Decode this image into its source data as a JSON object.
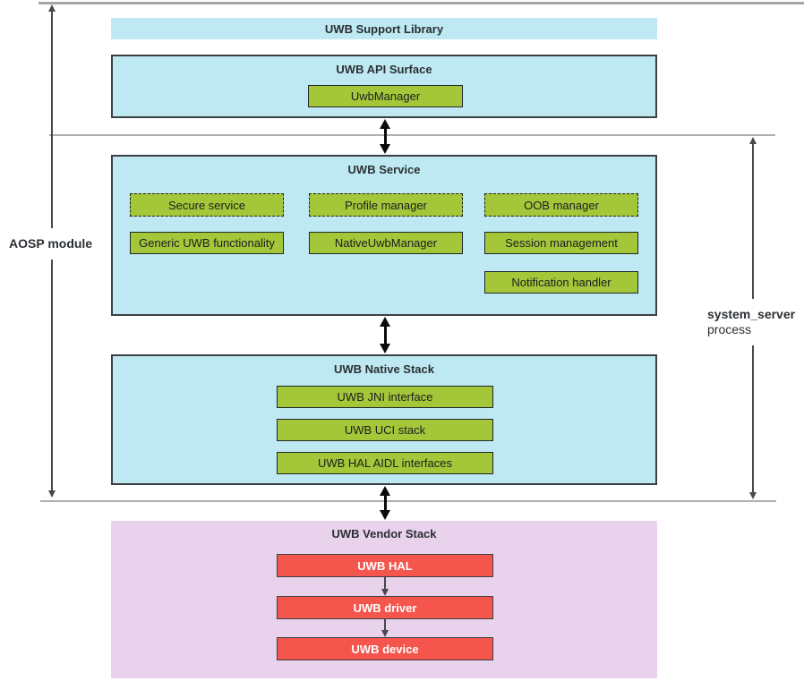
{
  "side_labels": {
    "aosp_module": "AOSP module",
    "system_server": "system_server",
    "system_server_line2": "process"
  },
  "support_library": {
    "title": "UWB Support Library"
  },
  "api_surface": {
    "title": "UWB API Surface",
    "manager": "UwbManager"
  },
  "service": {
    "title": "UWB Service",
    "dashed": [
      "Secure service",
      "Profile manager",
      "OOB manager"
    ],
    "solid": [
      "Generic UWB functionality",
      "NativeUwbManager",
      "Session management"
    ],
    "extra": "Notification handler"
  },
  "native_stack": {
    "title": "UWB Native Stack",
    "items": [
      "UWB JNI interface",
      "UWB UCI stack",
      "UWB HAL AIDL interfaces"
    ]
  },
  "vendor_stack": {
    "title": "UWB Vendor Stack",
    "items": [
      "UWB HAL",
      "UWB driver",
      "UWB device"
    ]
  },
  "colors": {
    "cyan": "#bee9f2",
    "green": "#a4c639",
    "lavender": "#e8d2ec",
    "red": "#f4564e",
    "dark_border": "#3c4043",
    "line_gray": "#aab0b3"
  }
}
